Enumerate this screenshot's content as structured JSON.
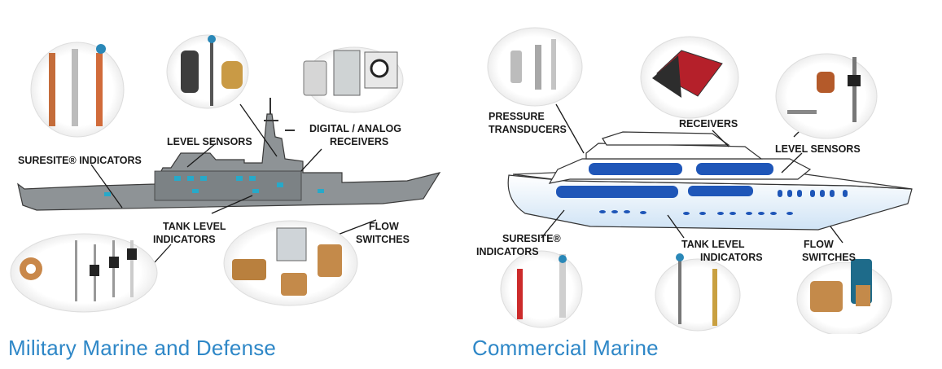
{
  "military": {
    "caption": "Military Marine and Defense",
    "labels": {
      "level_sensors": "LEVEL SENSORS",
      "digital_analog_line1": "DIGITAL / ANALOG",
      "digital_analog_line2": "RECEIVERS",
      "suresite": "SURESITE® INDICATORS",
      "tank_level_line1": "TANK LEVEL",
      "tank_level_line2": "INDICATORS",
      "flow_line1": "FLOW",
      "flow_line2": "SWITCHES"
    }
  },
  "commercial": {
    "caption": "Commercial Marine",
    "labels": {
      "pressure_line1": "PRESSURE",
      "pressure_line2": "TRANSDUCERS",
      "receivers": "RECEIVERS",
      "level_sensors": "LEVEL SENSORS",
      "suresite_line1": "SURESITE®",
      "suresite_line2": "INDICATORS",
      "tank_level_line1": "TANK LEVEL",
      "tank_level_line2": "INDICATORS",
      "flow_line1": "FLOW",
      "flow_line2": "SWITCHES"
    }
  },
  "colors": {
    "caption": "#2e87c7",
    "hull_gray": "#8e9396",
    "water_blue": "#cfe3f5",
    "window_blue": "#1f56b8"
  }
}
